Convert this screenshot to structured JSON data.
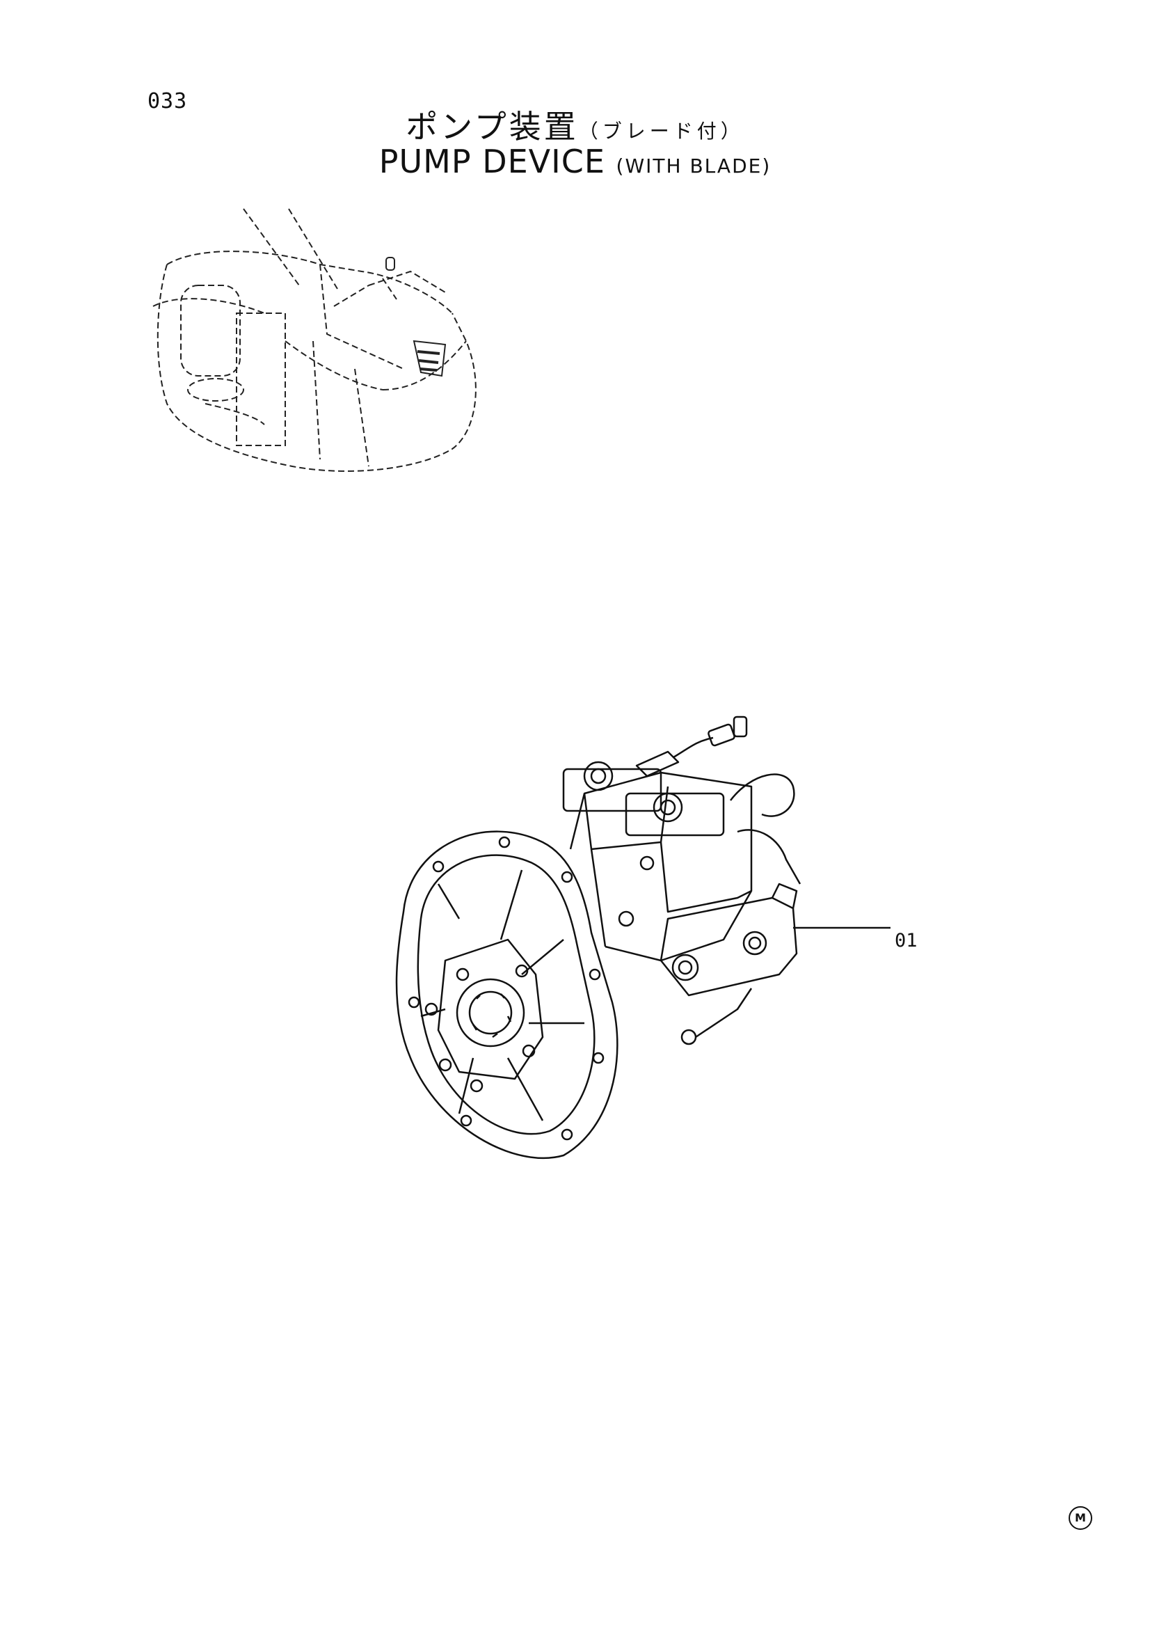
{
  "page": {
    "number": "033",
    "title_jp": "ポンプ装置",
    "title_jp_sub": "（ブレード付）",
    "title_en": "PUMP DEVICE",
    "title_en_sub": "(WITH BLADE)"
  },
  "callouts": [
    {
      "label": "01"
    }
  ],
  "footer": {
    "mark": "M"
  }
}
